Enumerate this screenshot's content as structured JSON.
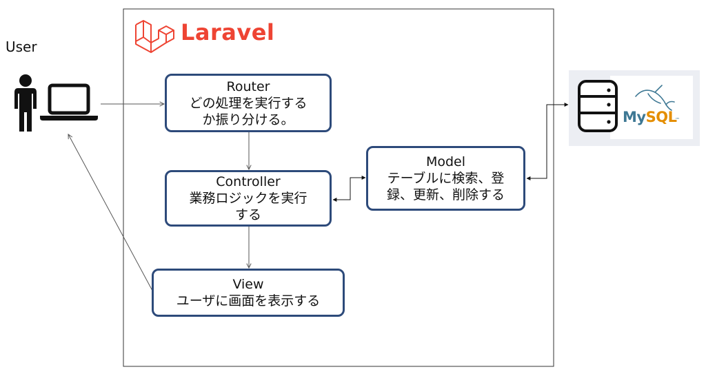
{
  "user": {
    "label": "User",
    "icons": [
      "person-icon",
      "laptop-icon"
    ]
  },
  "framework": {
    "brand": "Laravel",
    "logo_icon": "laravel-logo-icon",
    "brand_color": "#ee4433"
  },
  "database": {
    "icon": "database-icon",
    "logo_prefix": "My",
    "logo_suffix": "SQL",
    "logo_mark": "™",
    "prefix_color": "#3e7894",
    "suffix_color": "#e48e00"
  },
  "nodes": {
    "router": {
      "title": "Router",
      "lines": [
        "どの処理を実行する",
        "か振り分ける。"
      ]
    },
    "controller": {
      "title": "Controller",
      "lines": [
        "業務ロジックを実行",
        "する"
      ]
    },
    "view": {
      "title": "View",
      "lines": [
        "ユーザに画面を表示する"
      ]
    },
    "model": {
      "title": "Model",
      "lines": [
        "テーブルに検索、登",
        "録、更新、削除する"
      ]
    }
  },
  "colors": {
    "box_border": "#2d4a7a",
    "arrow": "#555555",
    "db_panel": "#eceef3"
  }
}
